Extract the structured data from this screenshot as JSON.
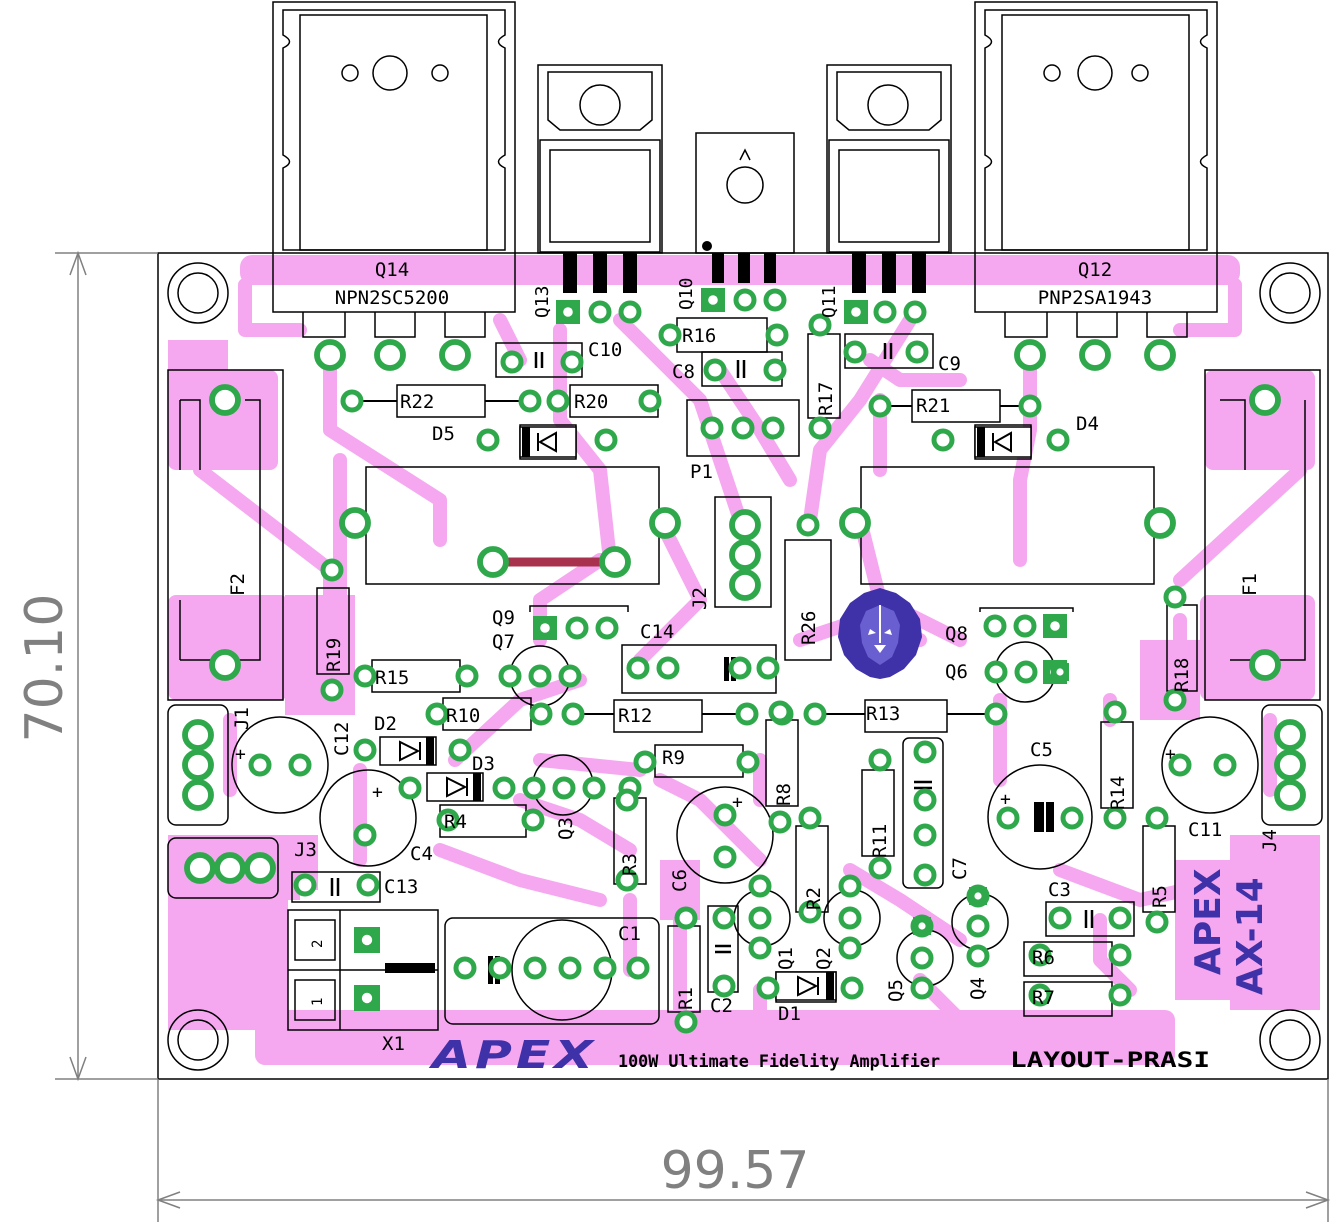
{
  "dimensions": {
    "height": "70.10",
    "width": "99.57"
  },
  "colors": {
    "copper": "#f5a8f0",
    "pad": "#2ea84a",
    "jumper": "#a8324e",
    "brand": "#3f31a8",
    "outline": "#000000",
    "dimension": "#808080"
  },
  "board": {
    "title": "APEX",
    "model": "AX-14",
    "subtitle": "100W Ultimate Fidelity Amplifier",
    "credit": "LAYOUT-PRASI",
    "logo_text": "APEX",
    "logo": "lion-head-icon"
  },
  "transistors": {
    "q14": {
      "ref": "Q14",
      "part": "NPN2SC5200"
    },
    "q12": {
      "ref": "Q12",
      "part": "PNP2SA1943"
    }
  },
  "labels": {
    "Q13": "Q13",
    "Q10": "Q10",
    "Q11": "Q11",
    "C10": "C10",
    "R16": "R16",
    "C8": "C8",
    "C9": "C9",
    "R22": "R22",
    "R20": "R20",
    "R17": "R17",
    "R21": "R21",
    "D5": "D5",
    "D4": "D4",
    "P1": "P1",
    "F2": "F2",
    "F1": "F1",
    "J2": "J2",
    "R26": "R26",
    "R19": "R19",
    "Q9": "Q9",
    "Q7": "Q7",
    "C14": "C14",
    "Q8": "Q8",
    "Q6": "Q6",
    "R18": "R18",
    "R15": "R15",
    "R10": "R10",
    "R12": "R12",
    "R13": "R13",
    "J1": "J1",
    "C12": "C12",
    "D2": "D2",
    "D3": "D3",
    "R9": "R9",
    "C5": "C5",
    "R14": "R14",
    "R8": "R8",
    "R4": "R4",
    "Q3": "Q3",
    "C4": "C4",
    "R3": "R3",
    "R11": "R11",
    "C11": "C11",
    "J4": "J4",
    "J3": "J3",
    "C13": "C13",
    "C6": "C6",
    "C7": "C7",
    "R2": "R2",
    "C3": "C3",
    "R5": "R5",
    "C1": "C1",
    "Q1": "Q1",
    "Q2": "Q2",
    "Q5": "Q5",
    "Q4": "Q4",
    "R6": "R6",
    "R7": "R7",
    "R1": "R1",
    "C2": "C2",
    "D1": "D1",
    "X1": "X1",
    "X1_pin2": "2",
    "X1_pin1": "1"
  }
}
